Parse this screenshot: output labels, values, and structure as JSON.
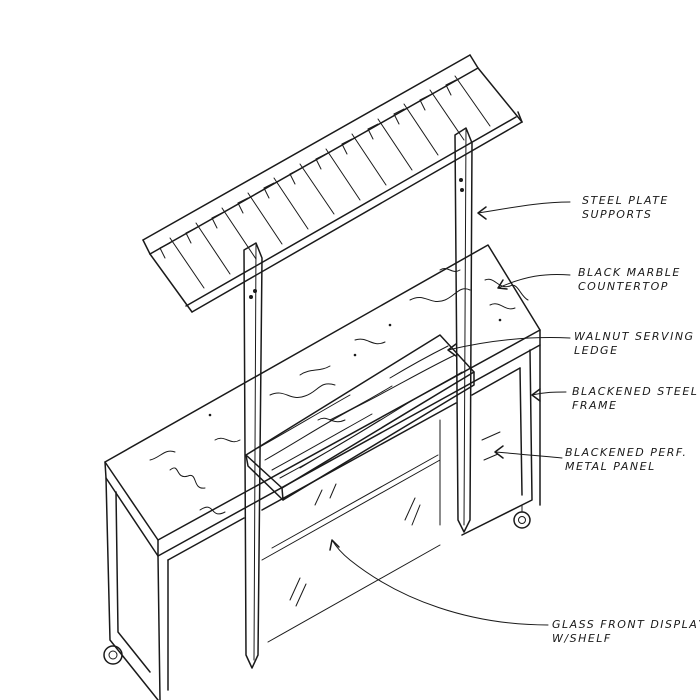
{
  "callouts": [
    {
      "id": "steel-plate-supports",
      "line1": "Steel Plate",
      "line2": "Supports"
    },
    {
      "id": "black-marble-countertop",
      "line1": "Black Marble",
      "line2": "Countertop"
    },
    {
      "id": "walnut-serving-ledge",
      "line1": "Walnut Serving",
      "line2": "Ledge"
    },
    {
      "id": "blackened-steel-frame",
      "line1": "Blackened Steel",
      "line2": "Frame"
    },
    {
      "id": "blackened-perf-metal-panel",
      "line1": "Blackened Perf.",
      "line2": "Metal Panel"
    },
    {
      "id": "glass-front-display",
      "line1": "Glass Front Display",
      "line2": "W/Shelf"
    }
  ],
  "colors": {
    "ink": "#1a1a1a",
    "paper": "#ffffff"
  }
}
